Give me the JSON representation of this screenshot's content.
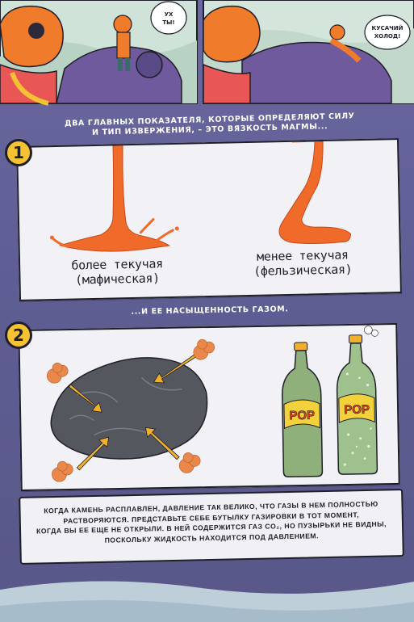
{
  "comic": {
    "bubble_left": [
      "УХ",
      "ТЫ!"
    ],
    "bubble_right": [
      "КУСАЧИЙ",
      "ХОЛОД!"
    ]
  },
  "intro_caption": [
    "ДВА ГЛАВНЫХ ПОКАЗАТЕЛЯ, КОТОРЫЕ ОПРЕДЕЛЯЮТ СИЛУ",
    "И ТИП ИЗВЕРЖЕНИЯ, – ЭТО ВЯЗКОСТЬ МАГМЫ..."
  ],
  "panel1": {
    "number": "1",
    "left_label": [
      "более текучая",
      "(мафическая)"
    ],
    "right_label": [
      "менее текучая",
      "(фельзическая)"
    ]
  },
  "middle_caption": "...И ЕЕ НАСЫЩЕННОСТЬ ГАЗОМ.",
  "panel2": {
    "number": "2",
    "bottle_label": "POP"
  },
  "bottom_text": [
    "КОГДА КАМЕНЬ РАСПЛАВЛЕН, ДАВЛЕНИЕ ТАК ВЕЛИКО, ЧТО ГАЗЫ В НЕМ ПОЛНОСТЬЮ",
    "РАСТВОРЯЮТСЯ. ПРЕДСТАВЬТЕ СЕБЕ БУТЫЛКУ ГАЗИРОВКИ В ТОТ МОМЕНТ,",
    "КОГДА ВЫ ЕЕ ЕЩЕ НЕ ОТКРЫЛИ. В НЕЙ СОДЕРЖИТСЯ ГАЗ CO₂, НО ПУЗЫРЬКИ НЕ ВИДНЫ,",
    "ПОСКОЛЬКУ ЖИДКОСТЬ НАХОДИТСЯ ПОД ДАВЛЕНИЕМ."
  ],
  "colors": {
    "page_background": "#5f5e94",
    "lava": "#f06a2a",
    "panel_fill": "#f2f1f6",
    "badge": "#f4c233",
    "soda": "#8fb07a",
    "arrow": "#f0b02c"
  }
}
